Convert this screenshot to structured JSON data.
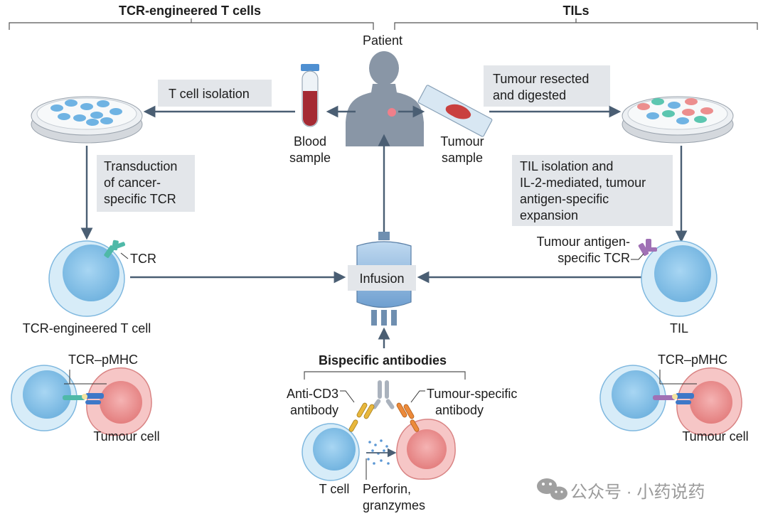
{
  "sections": {
    "left_title": "TCR-engineered T cells",
    "right_title": "TILs"
  },
  "patient": {
    "label": "Patient"
  },
  "blood": {
    "line1": "Blood",
    "line2": "sample"
  },
  "tumour_sample": {
    "line1": "Tumour",
    "line2": "sample"
  },
  "steps": {
    "t_cell_isolation": "T cell isolation",
    "tumour_resected_1": "Tumour resected",
    "tumour_resected_2": "and digested",
    "transduction_1": "Transduction",
    "transduction_2": "of cancer-",
    "transduction_3": "specific TCR",
    "til_1": "TIL isolation and",
    "til_2": "IL-2-mediated, tumour",
    "til_3": "antigen-specific",
    "til_4": "expansion"
  },
  "infusion": {
    "label": "Infusion"
  },
  "left_cell": {
    "tcr_label": "TCR",
    "caption": "TCR-engineered T cell"
  },
  "right_cell": {
    "tcr_line1": "Tumour antigen-",
    "tcr_line2": "specific TCR",
    "caption": "TIL"
  },
  "left_interaction": {
    "label": "TCR–pMHC",
    "tumour": "Tumour cell"
  },
  "right_interaction": {
    "label": "TCR–pMHC",
    "tumour": "Tumour cell"
  },
  "bispecific": {
    "title": "Bispecific antibodies",
    "anti_cd3_1": "Anti-CD3",
    "anti_cd3_2": "antibody",
    "tumour_specific_1": "Tumour-specific",
    "tumour_specific_2": "antibody",
    "t_cell": "T cell",
    "perforin_1": "Perforin,",
    "perforin_2": "granzymes"
  },
  "watermark": {
    "text": "公众号 · 小药说药"
  },
  "colors": {
    "arrow": "#4a5e73",
    "label_box": "#e3e6ea",
    "tcell_blue": "#7fbde6",
    "tumour_pink": "#ec8e8e",
    "tcr_teal": "#4fb9a8",
    "tcr_purple": "#a071b5",
    "antibody_yellow": "#e8b73c",
    "antibody_orange": "#ec8a3a"
  }
}
